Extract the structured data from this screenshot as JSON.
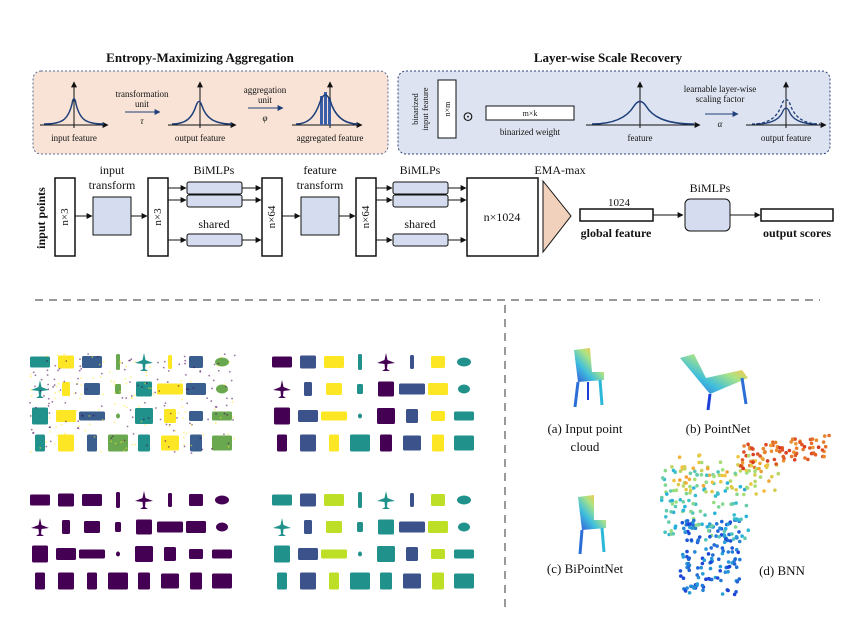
{
  "top": {
    "left_panel": {
      "title": "Entropy-Maximizing Aggregation",
      "transformation_unit_l1": "transformation",
      "transformation_unit_l2": "unit",
      "tau": "τ",
      "aggregation_unit_l1": "aggregation",
      "aggregation_unit_l2": "unit",
      "phi": "φ",
      "input_feature": "input feature",
      "output_feature": "output feature",
      "aggregated_feature": "aggregated feature"
    },
    "right_panel": {
      "title": "Layer-wise Scale Recovery",
      "binarized_input_l1": "binarized",
      "binarized_input_l2": "input feature",
      "n_m": "n×m",
      "odot": "⊙",
      "m_k": "m×k",
      "binarized_weight": "binarized weight",
      "feature": "feature",
      "scaling_l1": "learnable layer-wise",
      "scaling_l2": "scaling factor",
      "alpha": "α",
      "output_feature": "output feature"
    }
  },
  "pipeline": {
    "input_points": "input points",
    "n3_a": "n×3",
    "input_transform_l1": "input",
    "input_transform_l2": "transform",
    "n3_b": "n×3",
    "bimlps_1": "BiMLPs",
    "shared_1": "shared",
    "n64_a": "n×64",
    "feature_transform_l1": "feature",
    "feature_transform_l2": "transform",
    "n64_b": "n×64",
    "bimlps_2": "BiMLPs",
    "shared_2": "shared",
    "n1024": "n×1024",
    "ema_max": "EMA-max",
    "dim_1024": "1024",
    "global_feature": "global feature",
    "bimlps_3": "BiMLPs",
    "output_scores": "output scores"
  },
  "bottom_right": {
    "a_l1": "(a) Input point",
    "a_l2": "cloud",
    "b": "(b) PointNet",
    "c": "(c) BiPointNet",
    "d": "(d) BNN"
  },
  "colors": {
    "left_panel_bg": "#f8e3d6",
    "right_panel_bg": "#dde3f0",
    "block_fill": "#d6dcef",
    "ema_fill": "#f2d1bc",
    "viridis_dark": "#440154",
    "viridis_teal": "#21918c",
    "viridis_yellow": "#fde725"
  }
}
